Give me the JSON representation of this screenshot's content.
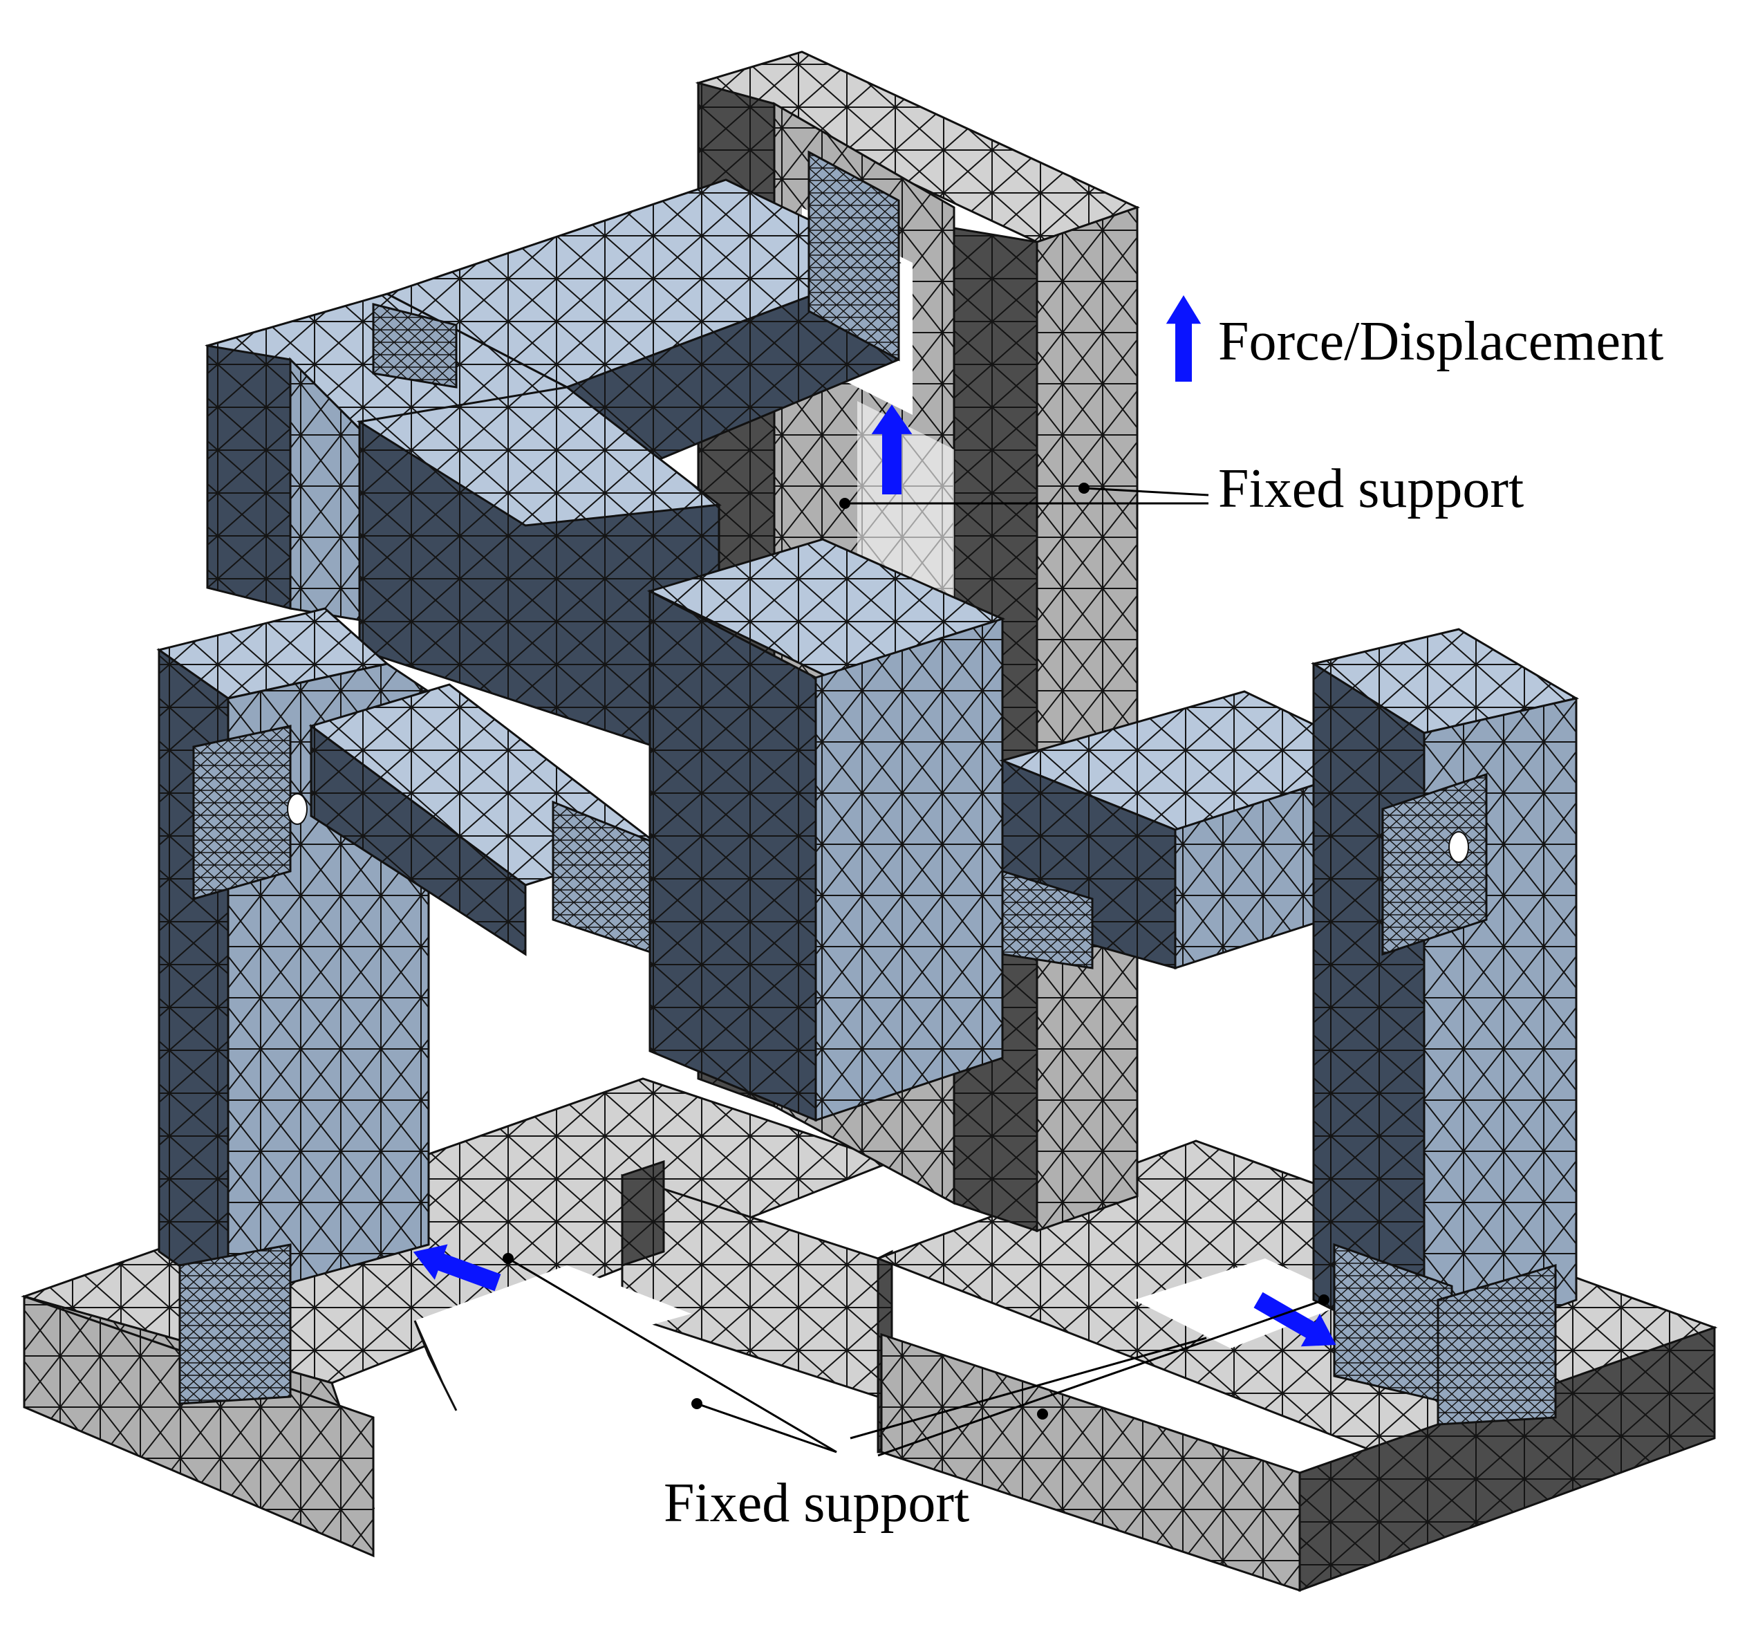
{
  "labels": {
    "load": "Force/Displacement",
    "fixed_top": "Fixed support",
    "fixed_bottom": "Fixed support"
  },
  "colors": {
    "background": "#ffffff",
    "blue_top": "#b8c8dc",
    "blue_front": "#94a7be",
    "blue_side": "#3d4a5c",
    "gray_top": "#d2d2d2",
    "gray_front": "#b0b0b0",
    "gray_side": "#4c4c4c",
    "mesh_line": "#111111",
    "arrow": "#0a14ff",
    "leader": "#000000"
  },
  "icons": [
    "force-arrow-icon",
    "leader-dot-icon"
  ]
}
